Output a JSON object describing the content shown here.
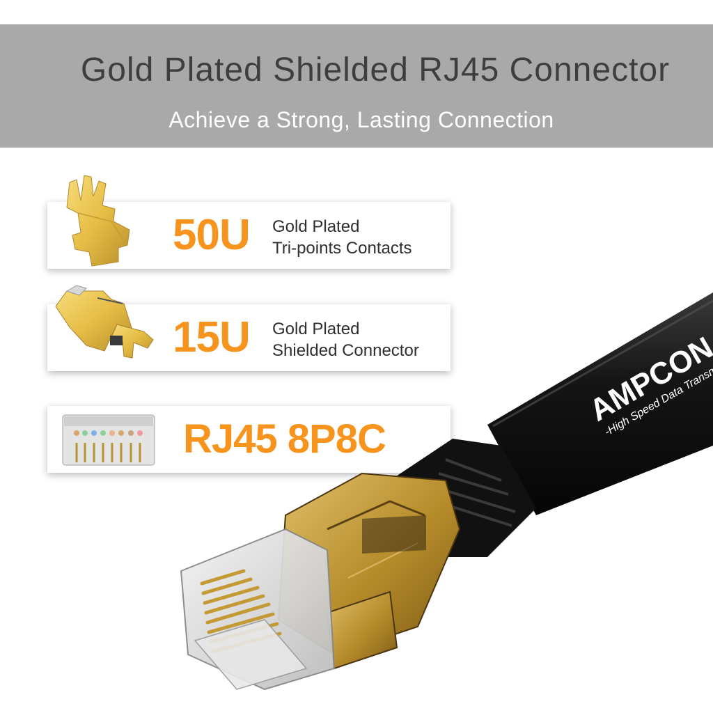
{
  "header": {
    "title": "Gold Plated Shielded RJ45 Connector",
    "subtitle": "Achieve a Strong, Lasting Connection"
  },
  "features": [
    {
      "value": "50U",
      "line1": "Gold Plated",
      "line2": "Tri-points Contacts",
      "icon": "gold-contact-icon"
    },
    {
      "value": "15U",
      "line1": "Gold Plated",
      "line2": "Shielded Connector",
      "icon": "shielded-connector-icon"
    },
    {
      "value": "RJ45 8P8C",
      "icon": "rj45-plug-icon"
    }
  ],
  "cable": {
    "brand": "AMPCON",
    "tagline": "-High Speed Data Transmiss"
  },
  "colors": {
    "header_bg": "#a9a9a9",
    "accent_orange": "#f7941d",
    "gold": "#c8a24a",
    "cable_black": "#1a1a1a"
  }
}
